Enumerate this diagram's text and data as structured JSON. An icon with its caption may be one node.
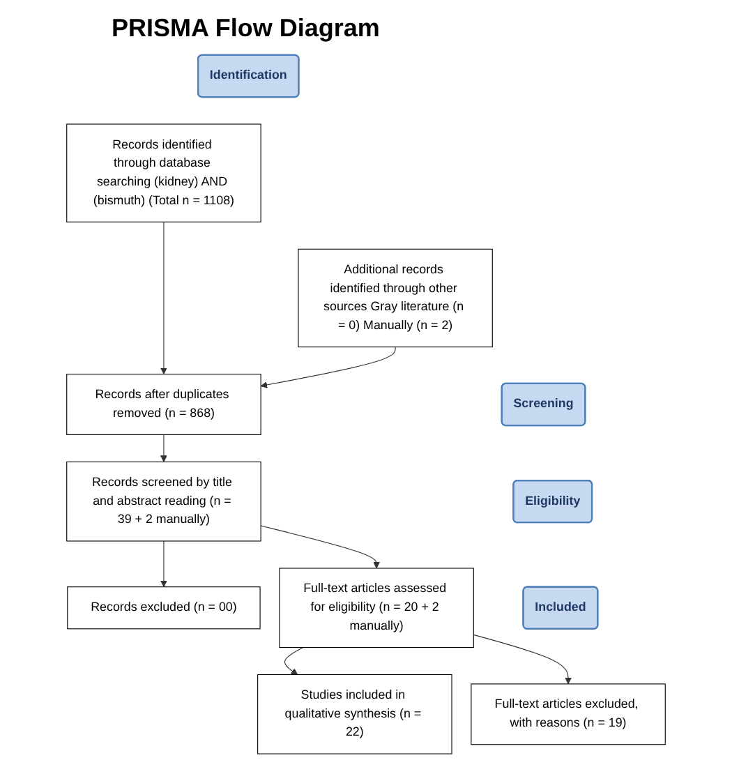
{
  "diagram": {
    "title": "PRISMA Flow Diagram",
    "nodes": [
      {
        "text": [
          "Identification"
        ]
      },
      {
        "text": [
          "Records identified through database searching (kidney) AND (bismuth) (Total n = 1108)"
        ]
      },
      {
        "text": [
          "Additional records identified through other sources Gray literature (n = 0) Manually (n = 2)"
        ]
      },
      {
        "text": [
          "Screening"
        ]
      },
      {
        "text": [
          "Records after duplicates removed (n = 868)"
        ]
      },
      {
        "text": [
          "Records screened by title and abstract reading (n = 39 + 2 manually)"
        ]
      },
      {
        "text": [
          "Records excluded (n = 00)"
        ]
      },
      {
        "text": [
          "Eligibility"
        ]
      },
      {
        "text": [
          "Full-text articles assessed for eligibility (n = 20 + 2 manually)"
        ]
      },
      {
        "text": [
          "Full-text articles excluded, with reasons (n = 19)"
        ]
      },
      {
        "text": [
          "Included"
        ]
      },
      {
        "text": [
          "Studies included in qualitative synthesis (n = 22)"
        ]
      }
    ],
    "edges": [
      {
        "from": 1,
        "to": 4,
        "arrow": "to"
      },
      {
        "from": 2,
        "to": 4,
        "arrow": "to"
      },
      {
        "from": 4,
        "to": 5,
        "arrow": "to"
      },
      {
        "from": 5,
        "to": 6,
        "arrow": "to"
      },
      {
        "from": 5,
        "to": 8,
        "arrow": "to"
      },
      {
        "from": 8,
        "to": 9,
        "arrow": "to"
      },
      {
        "from": 8,
        "to": 11,
        "arrow": "to"
      }
    ]
  }
}
